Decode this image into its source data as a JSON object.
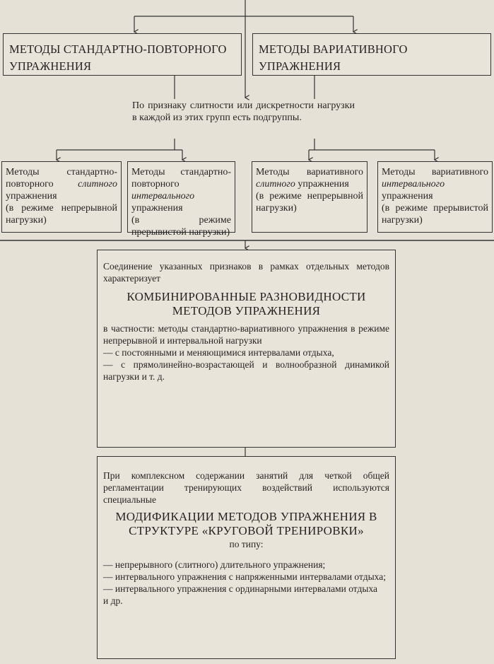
{
  "top_groups": [
    "МЕТОДЫ СТАНДАРТНО-ПОВТОРНОГО УПРАЖНЕНИЯ",
    "МЕТОДЫ ВАРИАТИВНОГО УПРАЖНЕНИЯ"
  ],
  "subgroup_note": "По признаку слитности или дискретности нагрузки в каждой из этих групп есть подгруппы.",
  "subgroups": [
    {
      "pre": "Методы стандартно-повторного ",
      "em": "слитного",
      "post": " упражнения",
      "mode": "(в режиме непрерывной нагрузки)"
    },
    {
      "pre": "Методы стандартно-повторного ",
      "em": "интервального",
      "post": " упражнения",
      "mode": "(в режиме прерывистой нагрузки)"
    },
    {
      "pre": "Методы вариативного ",
      "em": "слитного",
      "post": " упражнения",
      "mode": "(в режиме непрерывной нагрузки)"
    },
    {
      "pre": "Методы вариативного ",
      "em": "интервального",
      "post": " упражнения",
      "mode": "(в режиме прерывистой нагрузки)"
    }
  ],
  "combined": {
    "intro": "Соединение указанных признаков в рамках отдельных методов характеризует",
    "heading": "КОМБИНИРОВАННЫЕ РАЗНОВИДНОСТИ МЕТОДОВ УПРАЖНЕНИЯ",
    "body": "в частности: методы стандартно-вариативного упражнения в режиме непрерывной и интервальной нагрузки",
    "items": [
      "— с постоянными и меняющимися интервалами отдыха,",
      "— с прямолинейно-возрастающей и волнообразной динамикой нагрузки и т. д."
    ]
  },
  "modifications": {
    "intro": "При комплексном содержании занятий для четкой общей регламентации тренирующих воздействий используются специальные",
    "heading": "МОДИФИКАЦИИ МЕТОДОВ УПРАЖНЕНИЯ В СТРУКТУРЕ «КРУГОВОЙ ТРЕНИРОВКИ»",
    "by_type": "по типу:",
    "items": [
      "— непрерывного (слитного) длительного упражнения;",
      "— интервального упражнения с напряженными интервалами отдыха;",
      "— интервального упражнения с ординарными интервалами отдыха"
    ],
    "etc": "и др."
  }
}
